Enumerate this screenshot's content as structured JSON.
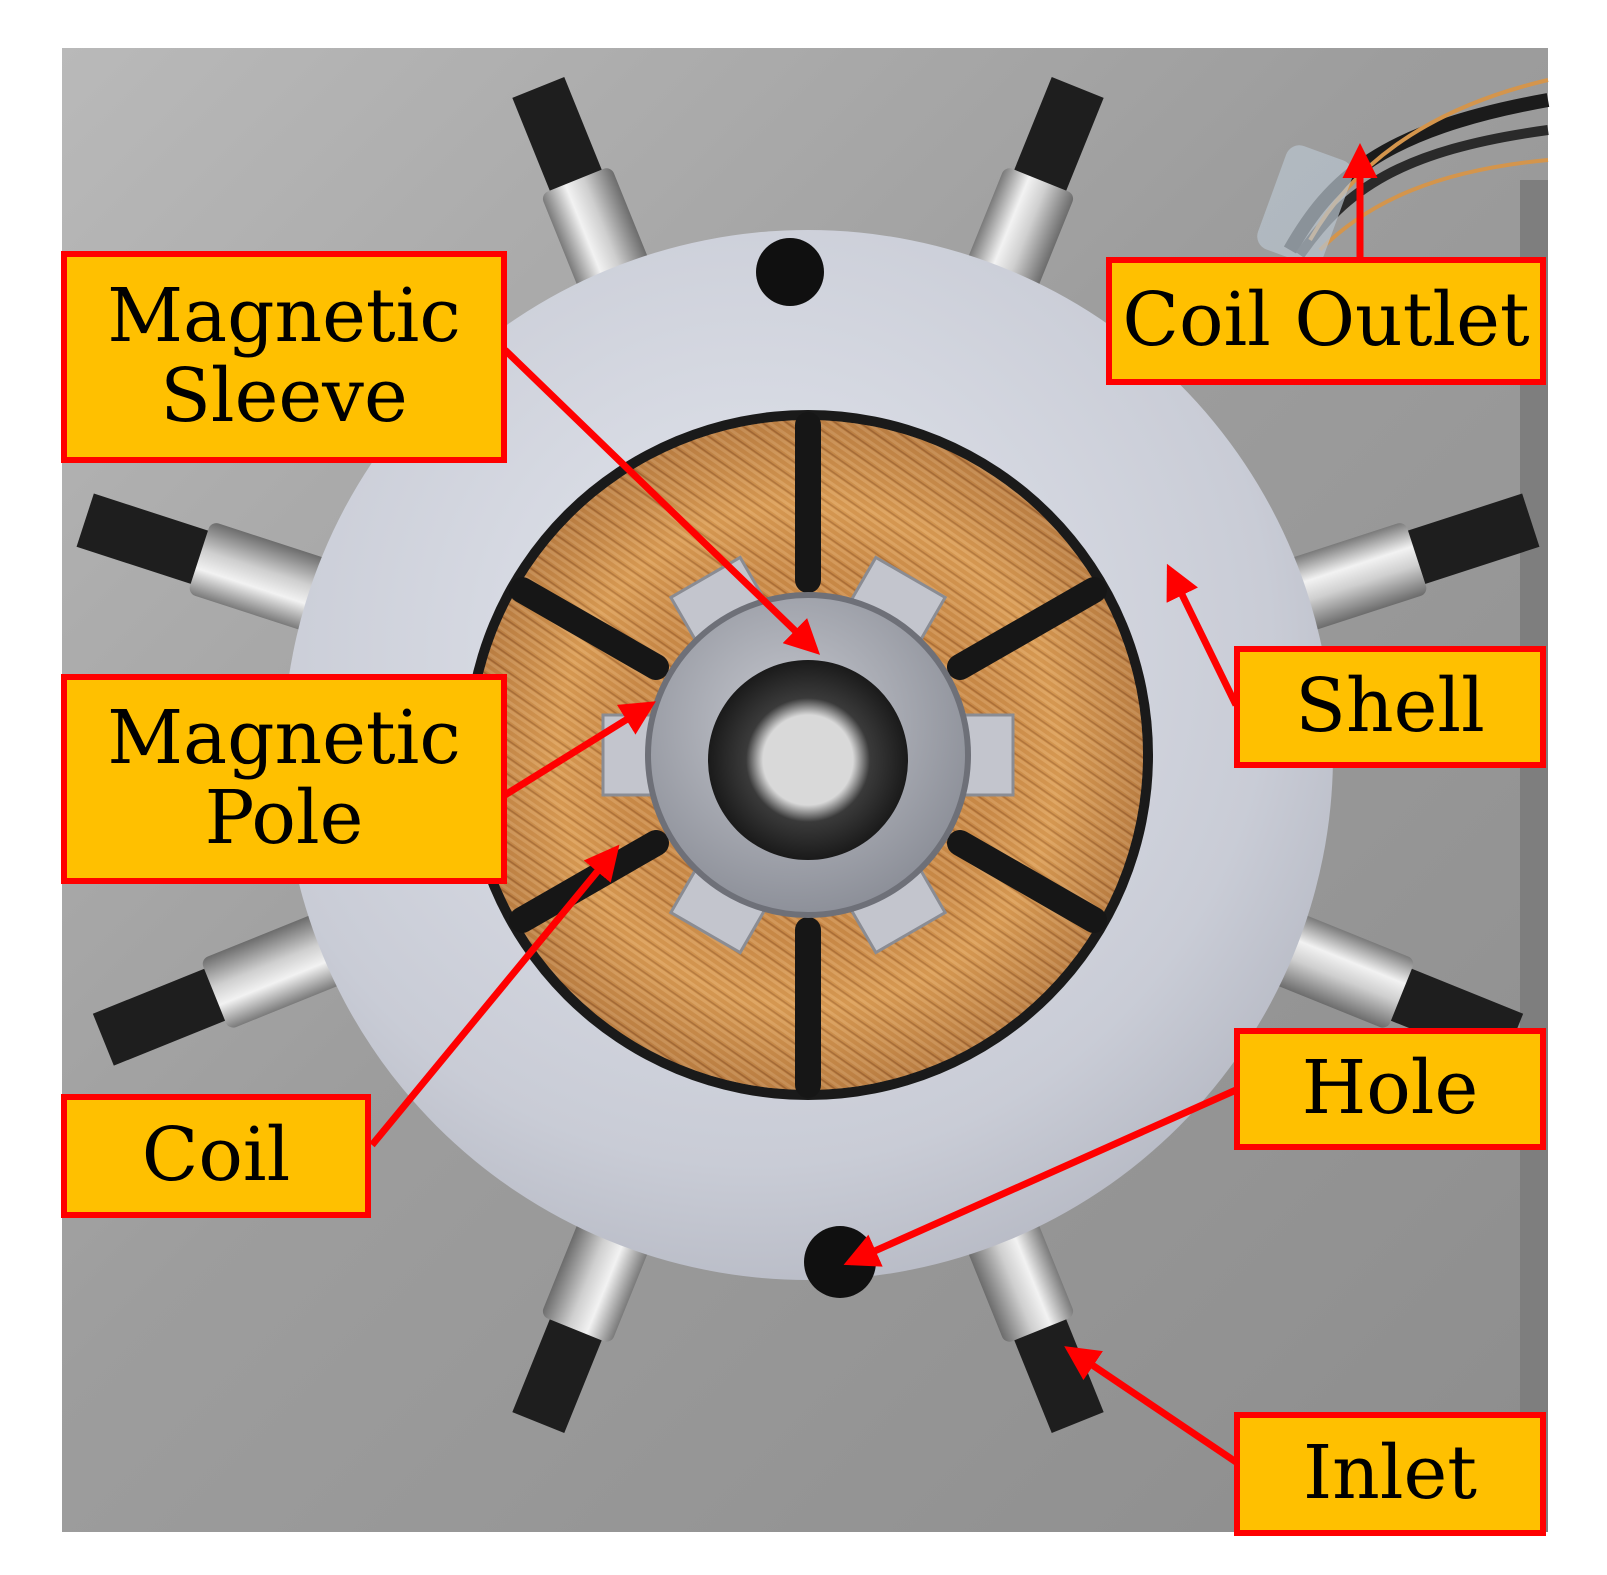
{
  "colors": {
    "label_fill": "#ffc000",
    "label_border": "#ff0000",
    "arrow": "#ff0000",
    "coil_copper": "#d4954c",
    "shell_metal": "#c9ccd6",
    "background_steel": "#a6a6a6"
  },
  "labels": {
    "magnetic_sleeve": [
      "Magnetic",
      "Sleeve"
    ],
    "magnetic_pole": [
      "Magnetic",
      "Pole"
    ],
    "coil": [
      "Coil"
    ],
    "coil_outlet": [
      "Coil Outlet"
    ],
    "shell": [
      "Shell"
    ],
    "hole": [
      "Hole"
    ],
    "inlet": [
      "Inlet"
    ]
  }
}
